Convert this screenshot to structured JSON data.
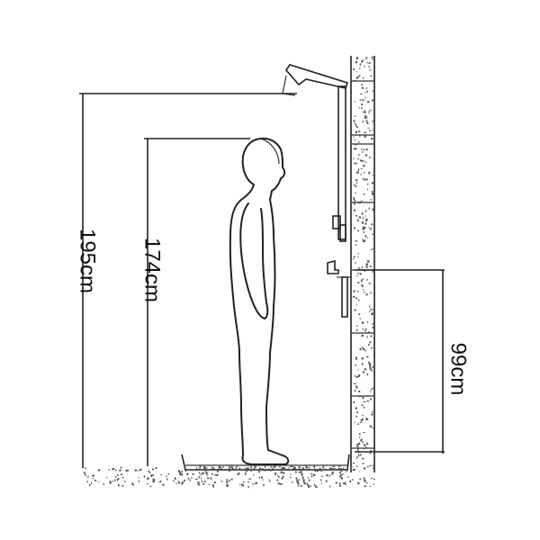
{
  "dimensions": {
    "ceiling_height": "195cm",
    "person_height": "174cm",
    "fixture_height": "99cm"
  },
  "colors": {
    "ink": "#222222",
    "background": "#ffffff"
  }
}
